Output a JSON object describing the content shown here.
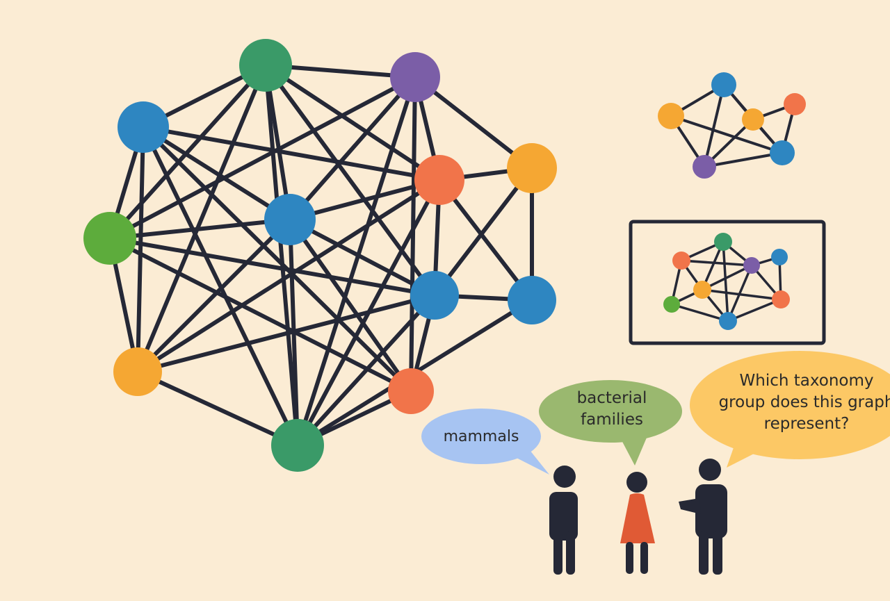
{
  "speech": {
    "mammals": "mammals",
    "bacterial_line1": "bacterial",
    "bacterial_line2": "families",
    "question_line1": "Which taxonomy",
    "question_line2": "group does this graph",
    "question_line3": "represent?"
  },
  "colors": {
    "background": "#fbecd4",
    "edge": "#252836",
    "green": "#3a9a68",
    "purple": "#7b5ea7",
    "blue": "#2e86c1",
    "orange": "#f1744a",
    "yellow": "#f5a733",
    "lime": "#5dac3c",
    "bubble_blue": "#a7c4f2",
    "bubble_green": "#9ab86f",
    "bubble_yellow": "#fcc865",
    "person_dark": "#252836",
    "dress_red": "#e05a35"
  }
}
